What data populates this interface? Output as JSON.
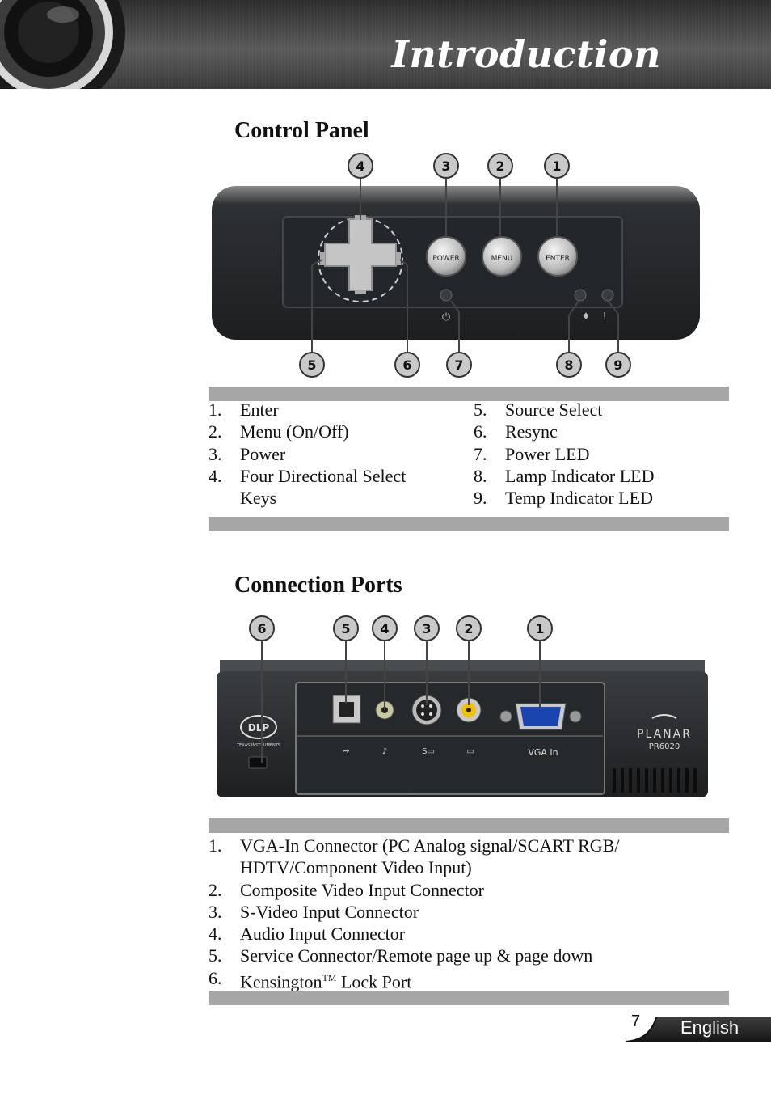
{
  "header": {
    "title": "Introduction"
  },
  "control_panel": {
    "title": "Control Panel",
    "callouts_top": [
      "4",
      "3",
      "2",
      "1"
    ],
    "callouts_bottom": [
      "5",
      "6",
      "7",
      "8",
      "9"
    ],
    "button_labels": {
      "power": "POWER",
      "menu": "MENU",
      "enter": "ENTER"
    },
    "items_left": [
      {
        "num": "1.",
        "text": "Enter"
      },
      {
        "num": "2.",
        "text": "Menu (On/Off)"
      },
      {
        "num": "3.",
        "text": "Power"
      },
      {
        "num": "4.",
        "text": "Four Directional Select Keys"
      }
    ],
    "items_right": [
      {
        "num": "5.",
        "text": "Source Select"
      },
      {
        "num": "6.",
        "text": "Resync"
      },
      {
        "num": "7.",
        "text": "Power LED"
      },
      {
        "num": "8.",
        "text": "Lamp Indicator LED"
      },
      {
        "num": "9.",
        "text": "Temp Indicator LED"
      }
    ]
  },
  "connection_ports": {
    "title": "Connection Ports",
    "callouts": [
      "6",
      "5",
      "4",
      "3",
      "2",
      "1"
    ],
    "panel_labels": {
      "vga": "VGA In",
      "brand": "PLANAR",
      "model": "PR6020",
      "dlp": "DLP",
      "ti": "TEXAS INSTRUMENTS"
    },
    "items": [
      {
        "num": "1.",
        "text": "VGA-In Connector (PC Analog signal/SCART RGB/ HDTV/Component Video Input)"
      },
      {
        "num": "2.",
        "text": "Composite Video Input Connector"
      },
      {
        "num": "3.",
        "text": "S-Video Input Connector"
      },
      {
        "num": "4.",
        "text": "Audio Input Connector"
      },
      {
        "num": "5.",
        "text": "Service Connector/Remote page up & page down"
      },
      {
        "num": "6.",
        "text": "Kensington",
        "sup": "TM",
        "suffix": " Lock Port"
      }
    ]
  },
  "footer": {
    "page_number": "7",
    "language": "English"
  }
}
